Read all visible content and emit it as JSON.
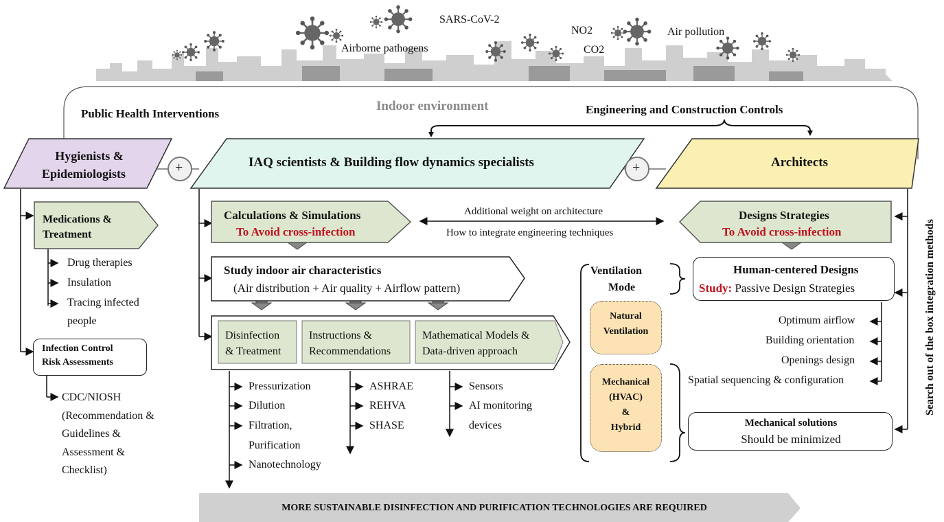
{
  "pollutants": {
    "sars": "SARS-CoV-2",
    "airborne": "Airborne pathogens",
    "no2": "NO2",
    "co2": "CO2",
    "air_pollution": "Air pollution"
  },
  "headings": {
    "public_health": "Public Health Interventions",
    "indoor_env": "Indoor environment",
    "engineering": "Engineering and Construction Controls"
  },
  "actors": {
    "hygienists_1": "Hygienists &",
    "hygienists_2": "Epidemiologists",
    "iaq": "IAQ scientists & Building flow dynamics specialists",
    "architects": "Architects",
    "plus": "+"
  },
  "left": {
    "medications_1": "Medications &",
    "medications_2": "Treatment",
    "items": [
      "Drug therapies",
      "Insulation",
      "Tracing infected",
      "people"
    ],
    "infection_1": "Infection Control",
    "infection_2": "Risk Assessments",
    "cdc": [
      "CDC/NIOSH",
      "(Recommendation &",
      "Guidelines &",
      "Assessment &",
      "Checklist)"
    ]
  },
  "middle": {
    "calc_title": "Calculations & Simulations",
    "calc_sub": "To Avoid cross-infection",
    "link_top": "Additional weight on architecture",
    "link_bottom": "How to integrate engineering techniques",
    "study_title": "Study indoor air characteristics",
    "study_sub": "(Air distribution + Air quality + Airflow pattern)",
    "disinfection_1": "Disinfection",
    "disinfection_2": "& Treatment",
    "instructions_1": "Instructions  &",
    "instructions_2": "Recommendations",
    "math_1": "Mathematical Models &",
    "math_2": "Data-driven approach",
    "col1": [
      "Pressurization",
      "Dilution",
      "Filtration,",
      "Purification",
      "Nanotechnology"
    ],
    "col2": [
      "ASHRAE",
      "REHVA",
      "SHASE"
    ],
    "col3": [
      "Sensors",
      "AI monitoring",
      "devices"
    ]
  },
  "right": {
    "design_title": "Designs Strategies",
    "design_sub": "To Avoid cross-infection",
    "vent_1": "Ventilation",
    "vent_2": "Mode",
    "natural_1": "Natural",
    "natural_2": "Ventilation",
    "mech_1": "Mechanical",
    "mech_2": "(HVAC)",
    "mech_3": "&",
    "mech_4": "Hybrid",
    "human_title": "Human-centered Designs",
    "human_study": "Study:",
    "human_sub": "Passive Design Strategies",
    "items": [
      "Optimum airflow",
      "Building orientation",
      "Openings design",
      "Spatial sequencing & configuration"
    ],
    "mech_sol_title": "Mechanical solutions",
    "mech_sol_sub": "Should be minimized",
    "side_text": "Search out of the box integration methods"
  },
  "footer": "MORE SUSTAINABLE DISINFECTION AND PURIFICATION TECHNOLOGIES ARE REQUIRED"
}
